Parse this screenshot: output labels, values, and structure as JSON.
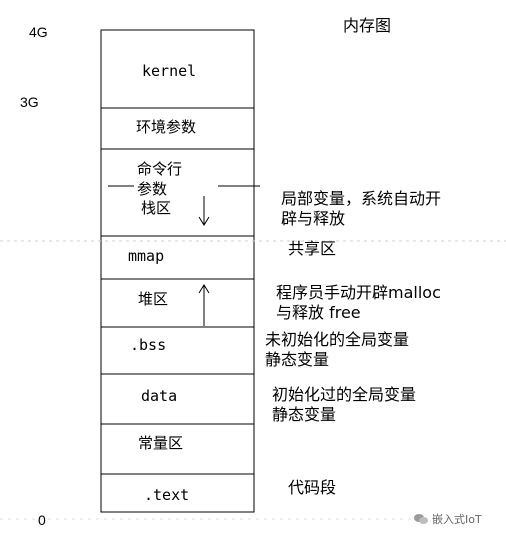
{
  "title": "内存图",
  "addresses": {
    "top": "4G",
    "mid": "3G",
    "bottom": "0"
  },
  "segments": [
    {
      "label": "kernel"
    },
    {
      "label": "环境参数"
    },
    {
      "label_line1": "命令行",
      "label_line2": "参数",
      "label_line3": "栈区"
    },
    {
      "label": "mmap"
    },
    {
      "label": "堆区"
    },
    {
      "label": ".bss"
    },
    {
      "label": "data"
    },
    {
      "label": "常量区"
    },
    {
      "label": ".text"
    }
  ],
  "annotations": {
    "stack_line1": "局部变量，系统自动开",
    "stack_line2": "辟与释放",
    "mmap": "共享区",
    "heap_line1": "程序员手动开辟malloc",
    "heap_line2": "与释放 free",
    "bss_line1": "未初始化的全局变量",
    "bss_line2": "静态变量",
    "data_line1": "初始化过的全局变量",
    "data_line2": "静态变量",
    "text": "代码段"
  },
  "watermark": "嵌入式IoT"
}
